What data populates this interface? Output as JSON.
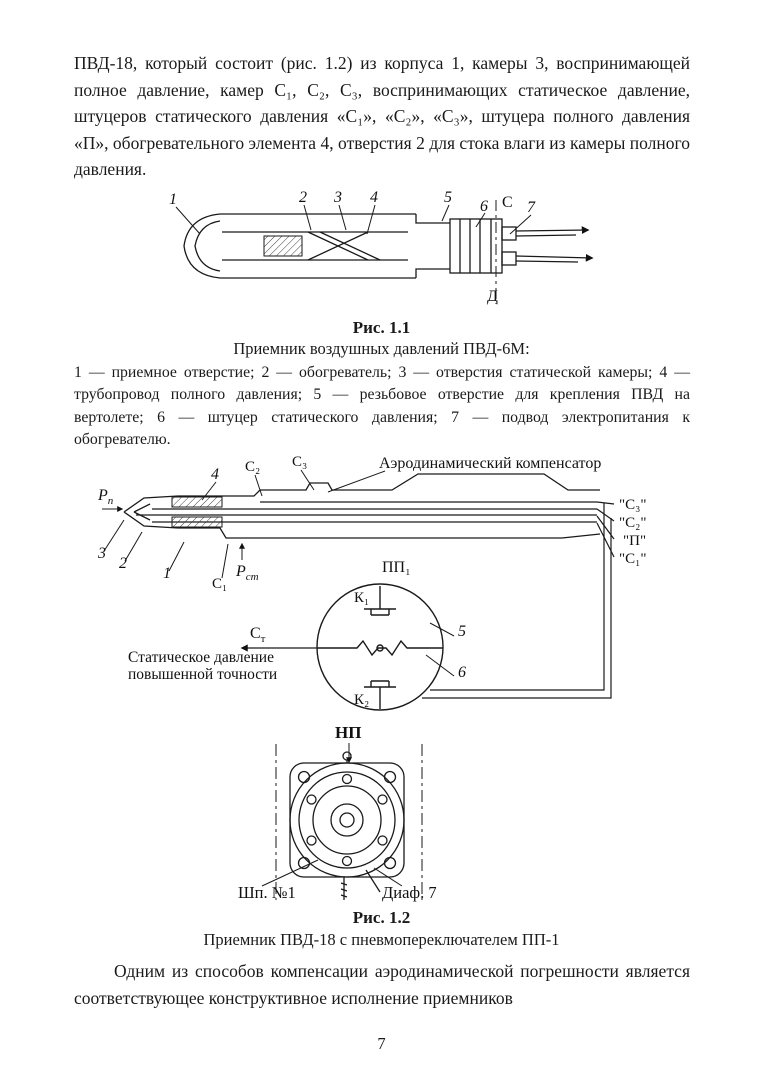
{
  "page": {
    "number": "7"
  },
  "intro_paragraph": "ПВД-18, который состоит (рис. 1.2) из корпуса 1, камеры 3, воспринимающей полное давление, камер С₁, С₂, С₃, воспринимающих статическое давление, штуцеров статического давления «С₁», «С₂», «С₃», штуцера полного давления «П», обогревательного элемента 4, отверстия 2 для стока влаги из камеры полного давления.",
  "fig1": {
    "title": "Рис. 1.1",
    "subtitle": "Приемник воздушных давлений ПВД-6М:",
    "legend": "1 — приемное отверстие; 2 — обогреватель; 3 — отверстия статической камеры; 4 — трубопровод полного давления; 5 — резьбовое отверстие для крепления ПВД на вертолете; 6 — штуцер статического давления; 7 — подвод электропитания к обогревателю.",
    "callouts": {
      "n1": "1",
      "n2": "2",
      "n3": "3",
      "n4": "4",
      "n5": "5",
      "n6": "6",
      "n7": "7",
      "c": "С",
      "d": "Д"
    }
  },
  "fig2": {
    "title": "Рис. 1.2",
    "subtitle": "Приемник ПВД-18 с пневмопереключателем ПП-1",
    "labels": {
      "compensator": "Аэродинамический компенсатор",
      "c2_top": "С₂",
      "c3_top": "С₃",
      "n4": "4",
      "p_total_main": "Р",
      "p_total_sub": "п",
      "n3": "3",
      "n2": "2",
      "n1": "1",
      "c1_bottom": "С₁",
      "p_static_main": "Р",
      "p_static_sub": "ст",
      "pp1": "ПП₁",
      "k1": "К₁",
      "k2": "К₂",
      "n5": "5",
      "n6": "6",
      "st_main": "С",
      "st_sub": "т",
      "static_line1": "Статическое давление",
      "static_line2": "повышенной точности",
      "out_c3": "\"С₃\"",
      "out_c2": "\"С₂\"",
      "out_p": "\"П\"",
      "out_c1": "\"С₁\"",
      "np": "НП",
      "shp": "Шп. №1",
      "diaf": "Диаф. 7"
    }
  },
  "outro_paragraph": "Одним из способов компенсации аэродинамической погрешности является соответствующее конструктивное исполнение приемников"
}
